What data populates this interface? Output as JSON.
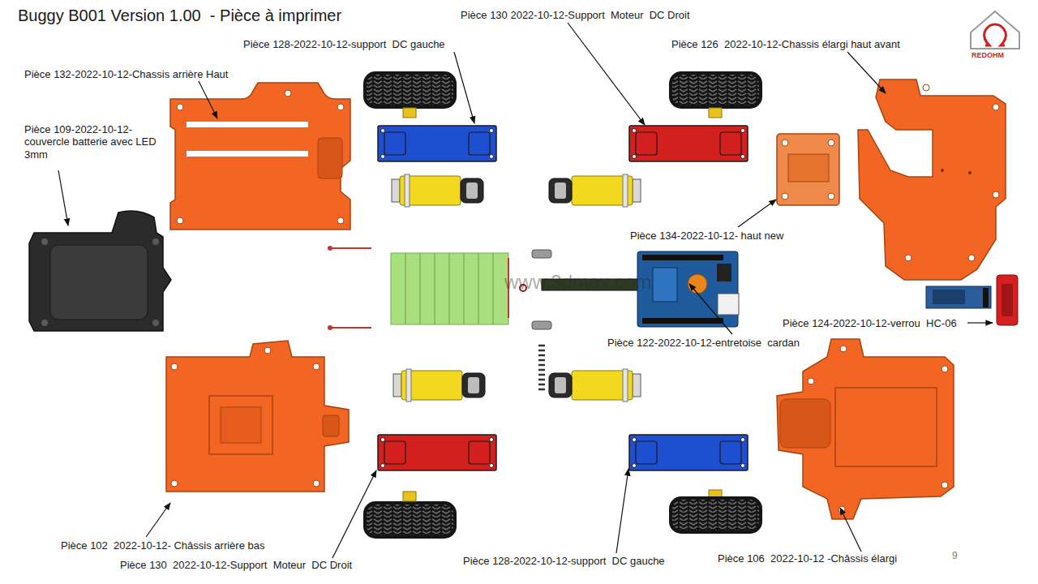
{
  "diagram": {
    "title": "Buggy B001 Version 1.00  - Pièce à imprimer",
    "labels": [
      "Pièce 130 2022-10-12-Support  Moteur  DC Droit",
      "Pièce 128-2022-10-12-support  DC gauche",
      "Pièce 126  2022-10-12-Chassis élargi haut avant",
      "Pièce 132-2022-10-12-Chassis arrière Haut",
      "Pièce 109-2022-10-12- couvercle batterie avec LED 3mm",
      "Pièce 134-2022-10-12- haut new",
      "Pièce 122-2022-10-12-entretoise  cardan",
      "Pièce 124-2022-10-12-verrou  HC-06",
      "Pièce 102  2022-10-12- Châssis arrière bas",
      "Pièce 130  2022-10-12-Support  Moteur  DC Droit",
      "Pièce 128-2022-10-12-support  DC gauche",
      "Pièce 106  2022-10-12 -Châssis élargi",
      "9",
      "REDOHM",
      "www.3dmox.com"
    ]
  }
}
